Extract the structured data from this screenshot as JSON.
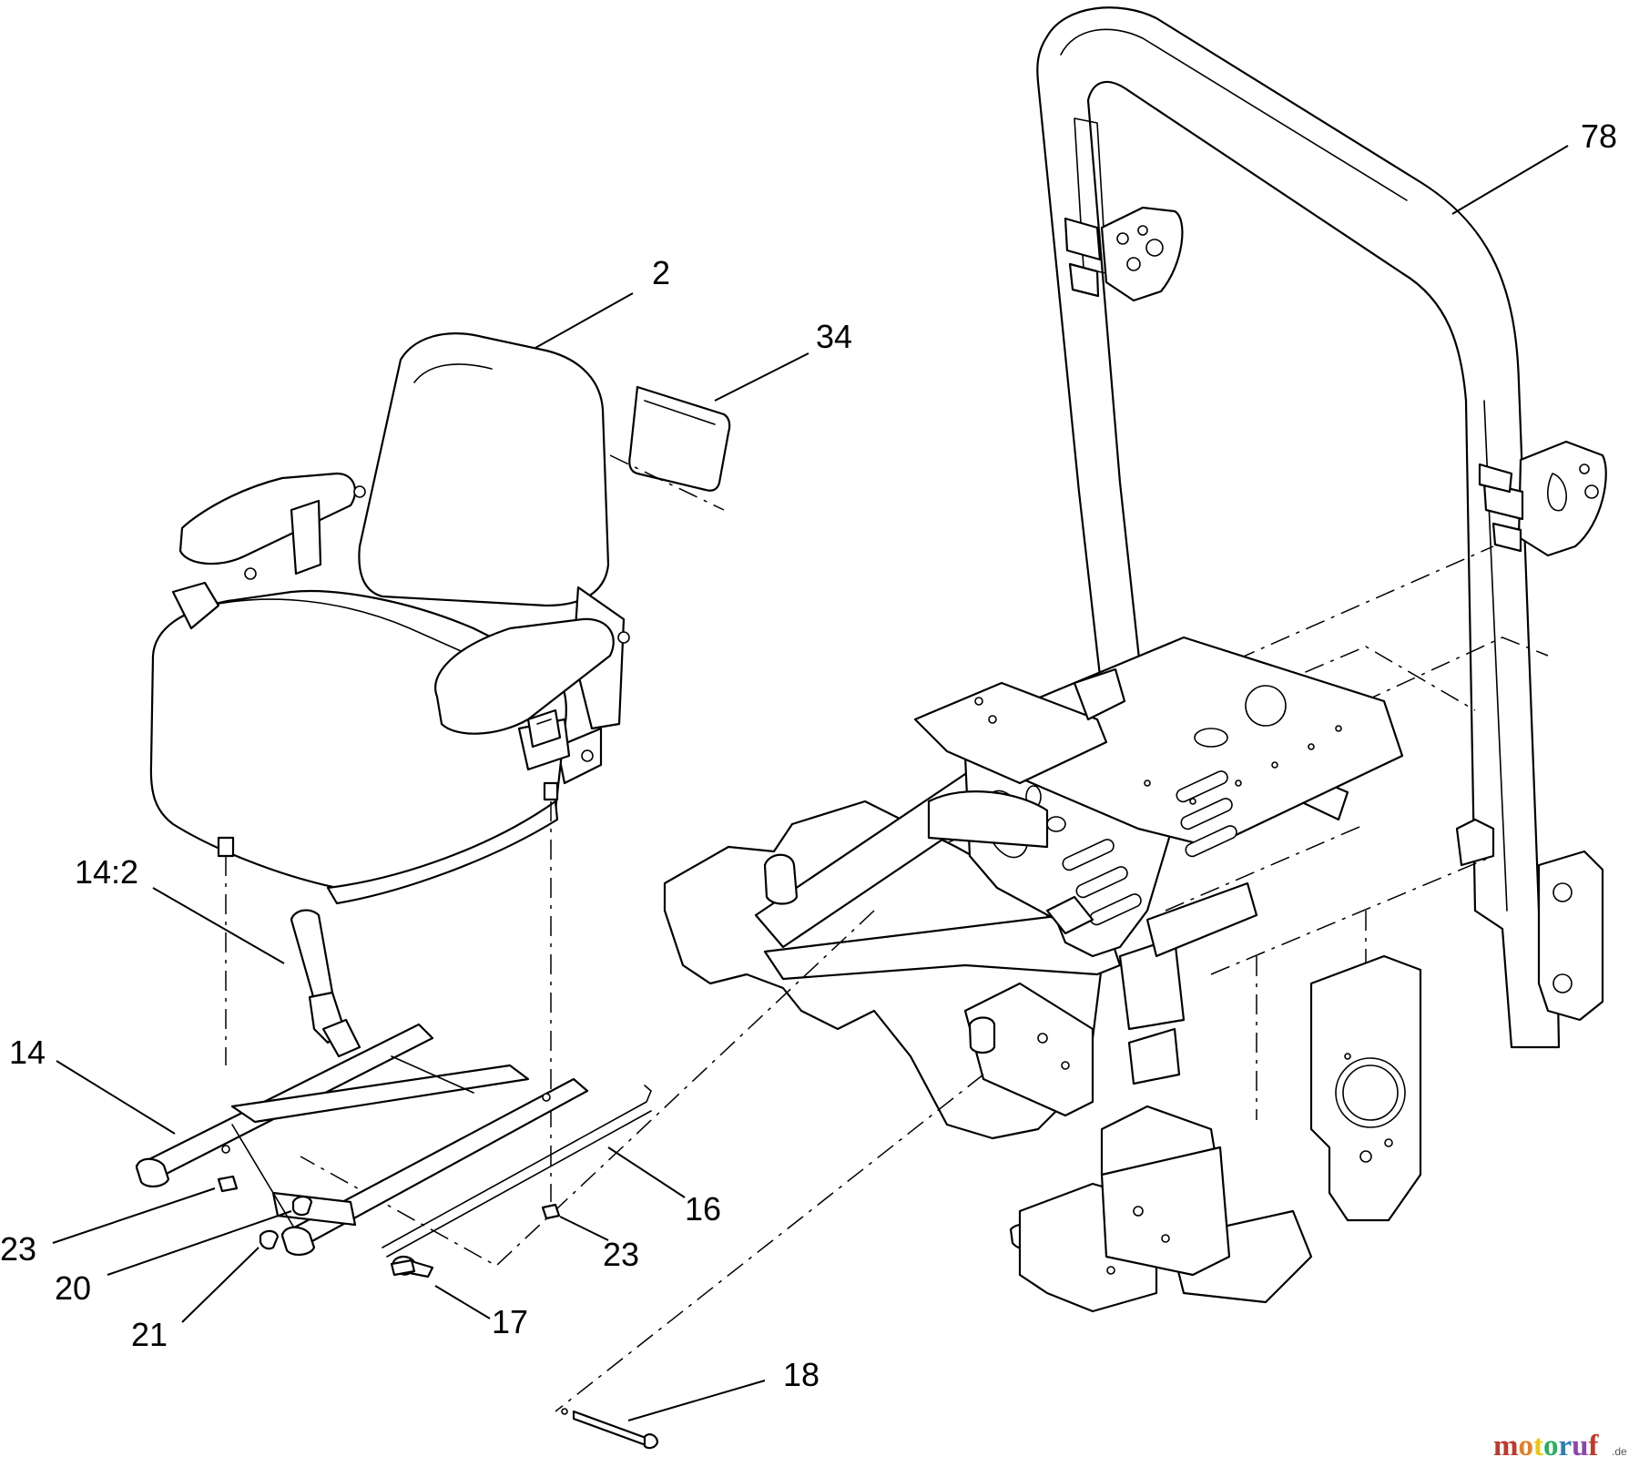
{
  "callouts": [
    {
      "id": "seat",
      "label": "2"
    },
    {
      "id": "decal",
      "label": "34"
    },
    {
      "id": "rollbar",
      "label": "78"
    },
    {
      "id": "seat-adjust-handle",
      "label": "14:2"
    },
    {
      "id": "seat-mount-frame",
      "label": "14"
    },
    {
      "id": "rod",
      "label": "16"
    },
    {
      "id": "nut-left",
      "label": "23"
    },
    {
      "id": "nut-right",
      "label": "23"
    },
    {
      "id": "washer",
      "label": "20"
    },
    {
      "id": "nut-small",
      "label": "21"
    },
    {
      "id": "bolt",
      "label": "17"
    },
    {
      "id": "pin",
      "label": "18"
    }
  ],
  "watermark": {
    "letters": [
      "m",
      "o",
      "t",
      "o",
      "r",
      "u",
      "f"
    ],
    "letter_colors": [
      "#c0392b",
      "#e67e22",
      "#f1c40f",
      "#27ae60",
      "#2980b9",
      "#8e44ad",
      "#c0392b"
    ],
    "suffix": ".de"
  }
}
